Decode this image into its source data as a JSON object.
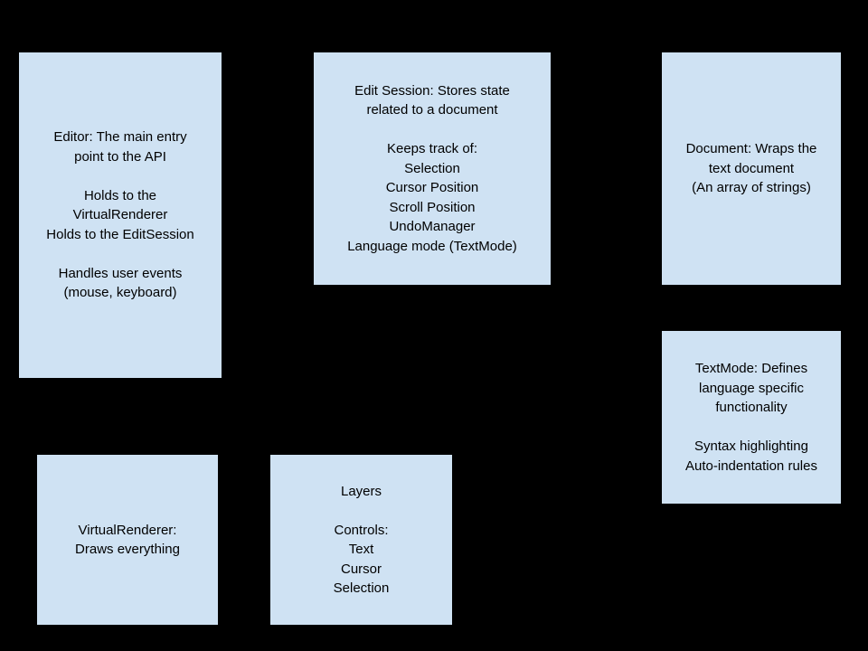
{
  "diagram": {
    "background_color": "#000000",
    "box_fill_color": "#cfe2f3",
    "box_border_color": "#000000",
    "text_color": "#000000"
  },
  "boxes": {
    "editor": {
      "text": "Editor: The main entry\npoint to the API\n\nHolds to the\nVirtualRenderer\nHolds to the EditSession\n\nHandles user events\n(mouse, keyboard)"
    },
    "edit_session": {
      "text": "Edit Session: Stores state\nrelated to a document\n\nKeeps track of:\nSelection\nCursor Position\nScroll Position\nUndoManager\nLanguage mode (TextMode)"
    },
    "document": {
      "text": "Document: Wraps the\ntext document\n(An array of strings)"
    },
    "textmode": {
      "text": "TextMode: Defines\nlanguage specific\nfunctionality\n\nSyntax highlighting\nAuto-indentation rules"
    },
    "virtual_renderer": {
      "text": "VirtualRenderer:\nDraws everything"
    },
    "layers": {
      "text": "Layers\n\nControls:\nText\nCursor\nSelection"
    }
  }
}
